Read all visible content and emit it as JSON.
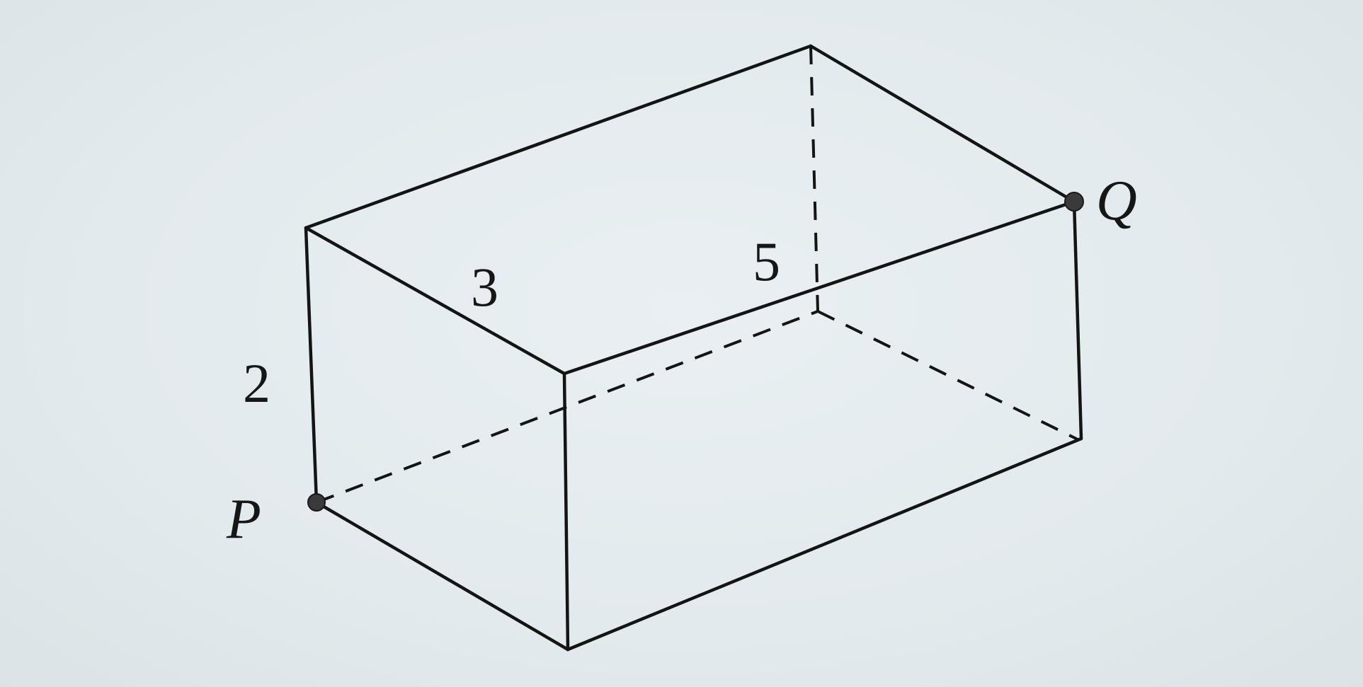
{
  "figure": {
    "labels": {
      "height": "2",
      "width": "3",
      "length": "5",
      "point_p": "P",
      "point_q": "Q"
    }
  }
}
